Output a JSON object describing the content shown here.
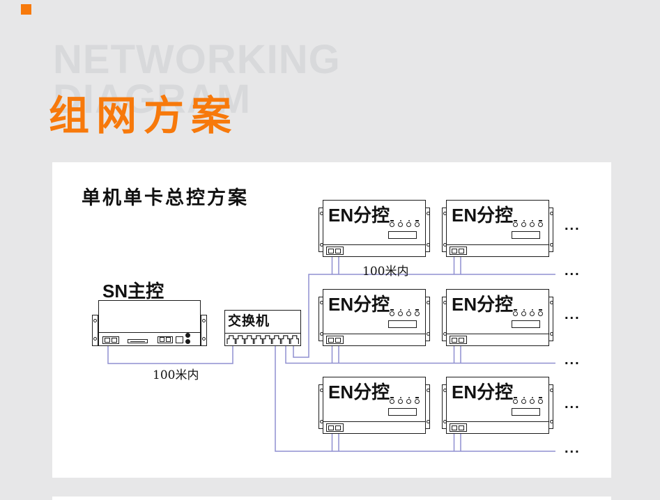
{
  "page": {
    "watermark_line1": "NETWORKING",
    "watermark_line2": "DIAGRAM",
    "title": "组网方案",
    "accent_color": "#f7790b",
    "background_color": "#e7e7e8"
  },
  "diagram": {
    "panel_color": "#ffffff",
    "cable_color": "#8f8fd0",
    "outline_color": "#1b1b1b",
    "title": "单机单卡总控方案",
    "master_label": "SN主控",
    "switch_label": "交换机",
    "distance_label_sn": "100米内",
    "distance_label_row1": "100米内",
    "ellipsis": "...",
    "slaves": [
      {
        "label": "EN分控"
      },
      {
        "label": "EN分控"
      },
      {
        "label": "EN分控"
      },
      {
        "label": "EN分控"
      },
      {
        "label": "EN分控"
      },
      {
        "label": "EN分控"
      }
    ]
  }
}
